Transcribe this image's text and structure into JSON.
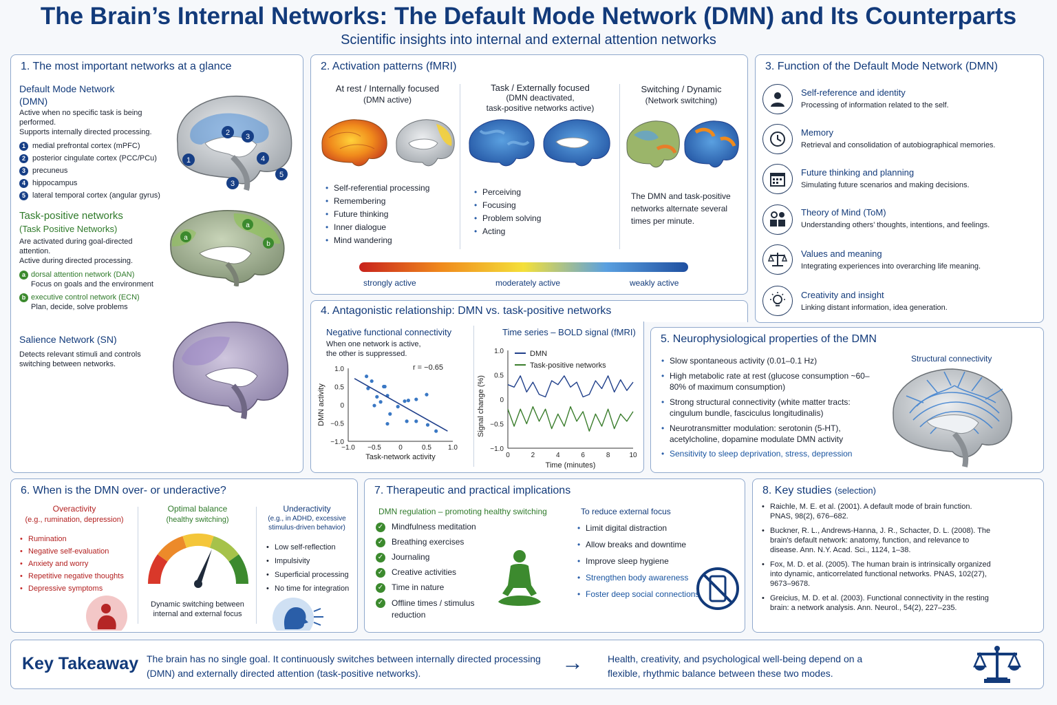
{
  "header": {
    "title": "The Brain’s Internal Networks: The Default Mode Network (DMN) and Its Counterparts",
    "subtitle": "Scientific insights into internal and external attention networks"
  },
  "colors": {
    "navy": "#123a7a",
    "green": "#2f7a2a",
    "red": "#b21f1f",
    "border": "#8fa8cc"
  },
  "p1": {
    "title": "1. The most important networks at a glance",
    "dmn": {
      "name": "Default Mode Network",
      "abbr": "(DMN)",
      "desc1": "Active when no specific task is being performed.",
      "desc2": "Supports internally directed processing.",
      "regions": [
        {
          "n": "1",
          "label": "medial prefrontal cortex (mPFC)"
        },
        {
          "n": "2",
          "label": "posterior cingulate cortex (PCC/PCu)"
        },
        {
          "n": "3",
          "label": "precuneus"
        },
        {
          "n": "4",
          "label": "hippocampus"
        },
        {
          "n": "5",
          "label": "lateral temporal cortex (angular gyrus)"
        }
      ]
    },
    "tpn": {
      "name": "Task-positive networks",
      "sub": "(Task Positive Networks)",
      "desc1": "Are activated during goal-directed attention.",
      "desc2": "Active during directed processing.",
      "items": [
        {
          "n": "a",
          "label": "dorsal attention network (DAN)",
          "desc": "Focus on goals and the environment"
        },
        {
          "n": "b",
          "label": "executive control network (ECN)",
          "desc": "Plan, decide, solve problems"
        }
      ]
    },
    "sn": {
      "name": "Salience Network (SN)",
      "desc": "Detects relevant stimuli and controls switching between networks."
    }
  },
  "p2": {
    "title": "2. Activation patterns (fMRI)",
    "cols": [
      {
        "head1": "At rest / Internally focused",
        "head2": "(DMN active)",
        "head3": "",
        "items": [
          "Self-referential processing",
          "Remembering",
          "Future thinking",
          "Inner dialogue",
          "Mind wandering"
        ]
      },
      {
        "head1": "Task / Externally focused",
        "head2": "(DMN deactivated,",
        "head3": "task-positive networks active)",
        "items": [
          "Perceiving",
          "Focusing",
          "Problem solving",
          "Acting"
        ]
      },
      {
        "head1": "Switching / Dynamic",
        "head2": "(Network switching)",
        "head3": "",
        "text": "The DMN and task-positive networks alternate several times per minute."
      }
    ],
    "legend": [
      "strongly active",
      "moderately active",
      "weakly active"
    ]
  },
  "p3": {
    "title": "3. Function of the Default Mode Network (DMN)",
    "items": [
      {
        "icon": "person-icon",
        "head": "Self-reference and identity",
        "desc": "Processing of information related to the self."
      },
      {
        "icon": "clock-icon",
        "head": "Memory",
        "desc": "Retrieval and consolidation of autobiographical memories."
      },
      {
        "icon": "calendar-icon",
        "head": "Future thinking and planning",
        "desc": "Simulating future scenarios and making decisions."
      },
      {
        "icon": "people-icon",
        "head": "Theory of Mind (ToM)",
        "desc": "Understanding others’ thoughts, intentions, and feelings."
      },
      {
        "icon": "scales-icon",
        "head": "Values and meaning",
        "desc": "Integrating experiences into overarching life meaning."
      },
      {
        "icon": "lightbulb-icon",
        "head": "Creativity and insight",
        "desc": "Linking distant information, idea generation."
      }
    ]
  },
  "p4": {
    "title": "4. Antagonistic relationship: DMN vs. task-positive networks",
    "left_title": "Negative functional connectivity",
    "left_desc1": "When one network is active,",
    "left_desc2": "the other is suppressed.",
    "right_title": "Time series – BOLD signal (fMRI)"
  },
  "chart_data": [
    {
      "type": "scatter",
      "title": "Negative functional connectivity",
      "xlabel": "Task-network activity",
      "ylabel": "DMN activity",
      "xlim": [
        -1.0,
        1.0
      ],
      "ylim": [
        -1.0,
        1.0
      ],
      "xticks": [
        "−1.0",
        "−0.5",
        "0",
        "0.5",
        "1.0"
      ],
      "yticks": [
        "1.0",
        "0.5",
        "0",
        "−0.5",
        "−1.0"
      ],
      "annotation": "r = −0.65",
      "points": [
        [
          -0.62,
          0.45
        ],
        [
          -0.65,
          0.78
        ],
        [
          -0.55,
          0.65
        ],
        [
          -0.45,
          0.22
        ],
        [
          -0.5,
          -0.02
        ],
        [
          -0.32,
          0.5
        ],
        [
          -0.3,
          0.5
        ],
        [
          -0.38,
          0.08
        ],
        [
          -0.25,
          0.25
        ],
        [
          -0.2,
          -0.25
        ],
        [
          -0.25,
          -0.52
        ],
        [
          -0.05,
          -0.05
        ],
        [
          0.08,
          0.1
        ],
        [
          0.15,
          0.12
        ],
        [
          0.12,
          -0.45
        ],
        [
          0.3,
          0.15
        ],
        [
          0.3,
          -0.45
        ],
        [
          0.5,
          0.28
        ],
        [
          0.52,
          -0.55
        ],
        [
          0.68,
          -0.72
        ]
      ],
      "fit": [
        [
          -0.88,
          0.72
        ],
        [
          0.9,
          -0.72
        ]
      ],
      "grid": false
    },
    {
      "type": "line",
      "title": "Time series – BOLD signal (fMRI)",
      "xlabel": "Time (minutes)",
      "ylabel": "Signal change (%)",
      "xlim": [
        0,
        10
      ],
      "ylim": [
        -1.0,
        1.0
      ],
      "xticks": [
        "0",
        "2",
        "4",
        "6",
        "8",
        "10"
      ],
      "yticks": [
        "1.0",
        "0.5",
        "0",
        "−0.5",
        "−1.0"
      ],
      "legend": "top-left",
      "series": [
        {
          "name": "DMN",
          "color": "#1f3f8a",
          "x": [
            0,
            0.5,
            1,
            1.5,
            2,
            2.5,
            3,
            3.5,
            4,
            4.5,
            5,
            5.5,
            6,
            6.5,
            7,
            7.5,
            8,
            8.5,
            9,
            9.5,
            10
          ],
          "y": [
            0.3,
            0.25,
            0.48,
            0.15,
            0.35,
            0.1,
            0.05,
            0.38,
            0.3,
            0.48,
            0.25,
            0.35,
            0.05,
            0.1,
            0.38,
            0.22,
            0.48,
            0.15,
            0.4,
            0.18,
            0.35
          ]
        },
        {
          "name": "Task-positive networks",
          "color": "#3a7d2c",
          "x": [
            0,
            0.5,
            1,
            1.5,
            2,
            2.5,
            3,
            3.5,
            4,
            4.5,
            5,
            5.5,
            6,
            6.5,
            7,
            7.5,
            8,
            8.5,
            9,
            9.5,
            10
          ],
          "y": [
            -0.2,
            -0.55,
            -0.2,
            -0.5,
            -0.15,
            -0.45,
            -0.2,
            -0.6,
            -0.3,
            -0.55,
            -0.15,
            -0.45,
            -0.25,
            -0.65,
            -0.3,
            -0.55,
            -0.2,
            -0.6,
            -0.3,
            -0.45,
            -0.25
          ]
        }
      ],
      "grid": false
    }
  ],
  "p5": {
    "title": "5. Neurophysiological properties of the DMN",
    "items": [
      "Slow spontaneous activity (0.01–0.1 Hz)",
      "High metabolic rate at rest (glucose consumption ~60–80% of maximum consumption)",
      "Strong structural connectivity (white matter tracts: cingulum bundle, fasciculus longitudinalis)",
      "Neurotransmitter modulation: serotonin (5-HT), acetylcholine, dopamine modulate DMN activity"
    ],
    "highlight": "Sensitivity to sleep deprivation, stress, depression",
    "image_label": "Structural connectivity"
  },
  "p6": {
    "title": "6. When is the DMN over- or underactive?",
    "over": {
      "head": "Overactivity",
      "sub": "(e.g., rumination, depression)",
      "items": [
        "Rumination",
        "Negative self-evaluation",
        "Anxiety and worry",
        "Repetitive negative thoughts",
        "Depressive symptoms"
      ]
    },
    "balance": {
      "head": "Optimal balance",
      "sub": "(healthy switching)",
      "caption": "Dynamic switching between internal and external focus",
      "level": 0.62
    },
    "under": {
      "head": "Underactivity",
      "sub": "(e.g., in ADHD, excessive stimulus-driven behavior)",
      "items": [
        "Low self-reflection",
        "Impulsivity",
        "Superficial processing",
        "No time for integration"
      ]
    }
  },
  "p7": {
    "title": "7. Therapeutic and practical implications",
    "left_head": "DMN regulation – promoting healthy switching",
    "left_items": [
      "Mindfulness meditation",
      "Breathing exercises",
      "Journaling",
      "Creative activities",
      "Time in nature",
      "Offline times / stimulus reduction"
    ],
    "right_head": "To reduce external focus",
    "right_items": [
      "Limit digital distraction",
      "Allow breaks and downtime",
      "Improve sleep hygiene",
      "Strengthen body awareness",
      "Foster deep social connections"
    ]
  },
  "p8": {
    "title": "8. Key studies",
    "title_small": "(selection)",
    "refs": [
      "Raichle, M. E. et al. (2001). A default mode of brain function. PNAS, 98(2), 676–682.",
      "Buckner, R. L., Andrews-Hanna, J. R., Schacter, D. L. (2008). The brain's default network: anatomy, function, and relevance to disease. Ann. N.Y. Acad. Sci., 1124, 1–38.",
      "Fox, M. D. et al. (2005). The human brain is intrinsically organized into dynamic, anticorrelated functional networks. PNAS, 102(27), 9673–9678.",
      "Greicius, M. D. et al. (2003). Functional connectivity in the resting brain: a network analysis. Ann. Neurol., 54(2), 227–235."
    ]
  },
  "takeaway": {
    "title": "Key Takeaway",
    "left": "The brain has no single goal. It continuously switches between internally directed processing (DMN) and externally directed attention (task-positive networks).",
    "arrow": "→",
    "right": "Health, creativity, and psychological well-being depend on a flexible, rhythmic balance between these two modes."
  }
}
